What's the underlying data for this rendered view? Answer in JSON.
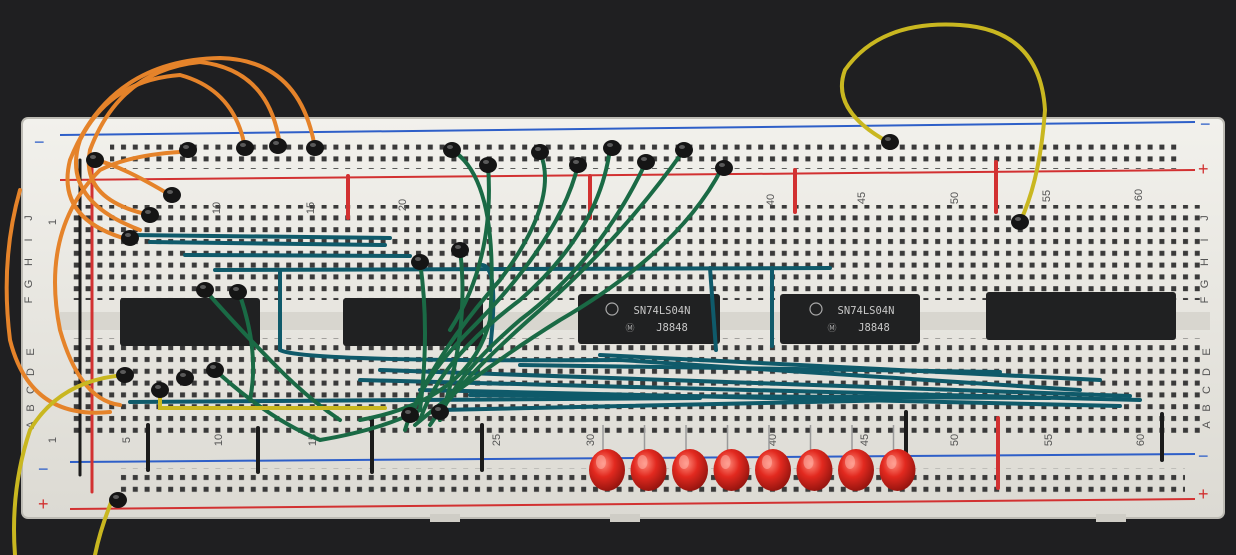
{
  "breadboard": {
    "row_letters_top": [
      "J",
      "I",
      "H",
      "G",
      "F"
    ],
    "row_letters_bottom": [
      "E",
      "D",
      "C",
      "B",
      "A"
    ],
    "column_numbers_top": [
      "1",
      "10",
      "15",
      "20",
      "40",
      "45",
      "50",
      "55",
      "60"
    ],
    "column_numbers_bottom": [
      "1",
      "5",
      "10",
      "15",
      "25",
      "30",
      "40",
      "45",
      "50",
      "55",
      "60"
    ],
    "rail_symbols": {
      "minus": "−",
      "plus": "+"
    }
  },
  "chips": [
    {
      "id": "chip1",
      "lines": [
        "",
        ""
      ]
    },
    {
      "id": "chip2",
      "lines": [
        "",
        ""
      ]
    },
    {
      "id": "chip3",
      "lines": [
        "SN74LS04N",
        "J8848"
      ]
    },
    {
      "id": "chip4",
      "lines": [
        "SN74LS04N",
        "J8848"
      ]
    },
    {
      "id": "chip5",
      "lines": [
        "",
        ""
      ]
    }
  ],
  "leds": {
    "count": 8,
    "color": "#d9231d"
  },
  "colors": {
    "board": "#ecebe6",
    "rail_blue": "#2e5fc8",
    "rail_red": "#d23131",
    "wire_teal": "#0f5a6a",
    "wire_green": "#1a6a45",
    "wire_orange": "#e5832a",
    "wire_yellow": "#c9b720",
    "chip": "#202122"
  }
}
